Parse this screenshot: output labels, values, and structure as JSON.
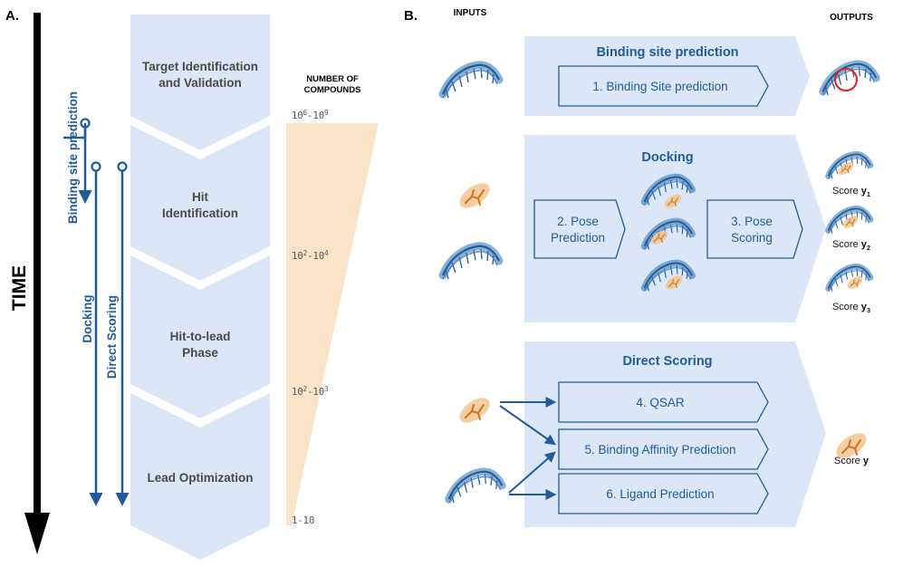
{
  "panelA": {
    "label": "A.",
    "time": "TIME",
    "stages": [
      "Target Identification",
      "and Validation",
      "Hit",
      "Identification",
      "Hit-to-lead",
      "Phase",
      "Lead Optimization"
    ],
    "methods": {
      "binding": "Binding site prediction",
      "docking": "Docking",
      "direct": "Direct Scoring"
    },
    "compounds_header": [
      "NUMBER OF",
      "COMPOUNDS"
    ],
    "compound_counts": [
      {
        "base": "10",
        "e1": "6",
        "mid": "-10",
        "e2": "9"
      },
      {
        "base": "10",
        "e1": "2",
        "mid": "-10",
        "e2": "4"
      },
      {
        "base": "10",
        "e1": "2",
        "mid": "-10",
        "e2": "3"
      },
      {
        "base": "1-10",
        "e1": "",
        "mid": "",
        "e2": ""
      }
    ]
  },
  "panelB": {
    "label": "B.",
    "inputs": "INPUTS",
    "outputs": "OUTPUTS",
    "sections": {
      "binding_title": "Binding site prediction",
      "binding_box": "1. Binding Site prediction",
      "docking_title": "Docking",
      "pose_pred": [
        "2. Pose",
        "Prediction"
      ],
      "pose_scoring": [
        "3. Pose",
        "Scoring"
      ],
      "direct_title": "Direct Scoring",
      "qsar": "4. QSAR",
      "affinity": "5. Binding Affinity Prediction",
      "ligand_pred": "6. Ligand Prediction"
    },
    "scores": [
      {
        "text": "Score ",
        "var": "y",
        "sub": "1"
      },
      {
        "text": "Score ",
        "var": "y",
        "sub": "2"
      },
      {
        "text": "Score ",
        "var": "y",
        "sub": "3"
      },
      {
        "text": "Score ",
        "var": "y",
        "sub": ""
      }
    ]
  },
  "colors": {
    "blue_fill": "#dbe7f6",
    "dark_blue": "#1f5c99",
    "peach": "#fbe3c7",
    "ligand": "#e8a24a",
    "text_gray": "#4a4a4a",
    "red_circle": "#e02020"
  }
}
